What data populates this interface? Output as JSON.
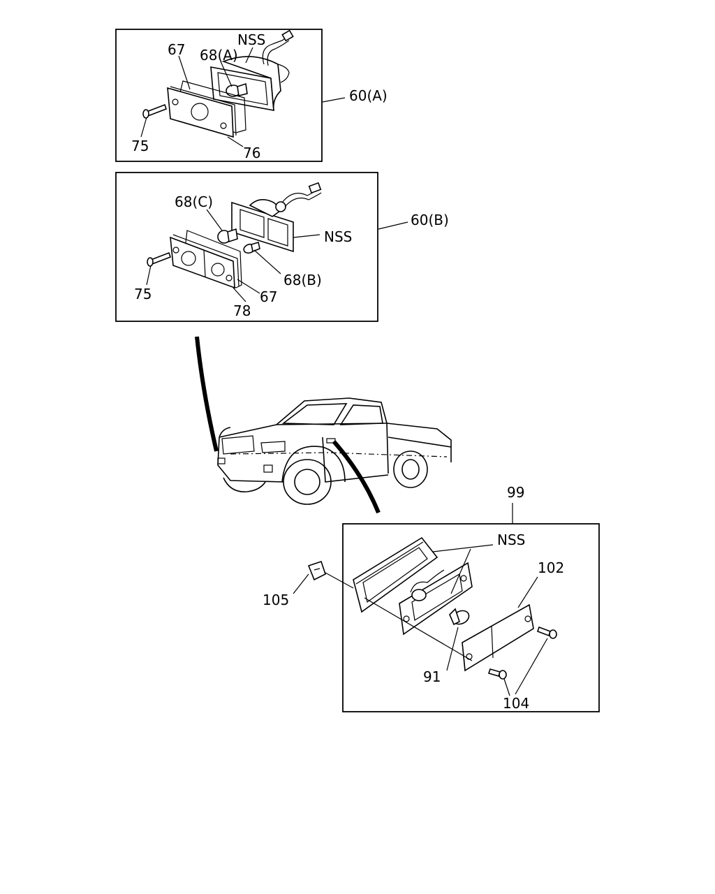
{
  "callouts": {
    "a_67": "67",
    "a_68a": "68(A)",
    "a_nss": "NSS",
    "a_60a": "60(A)",
    "a_75": "75",
    "a_76": "76",
    "b_68c": "68(C)",
    "b_60b": "60(B)",
    "b_nss": "NSS",
    "b_68b": "68(B)",
    "b_75": "75",
    "b_67": "67",
    "b_78": "78",
    "c_99": "99",
    "c_nss": "NSS",
    "c_102": "102",
    "c_105": "105",
    "c_91": "91",
    "c_104": "104"
  }
}
